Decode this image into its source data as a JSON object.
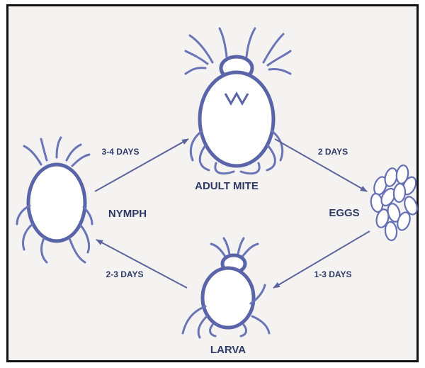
{
  "stages": {
    "adult": "ADULT MITE",
    "eggs": "EGGS",
    "larva": "LARVA",
    "nymph": "NYMPH"
  },
  "durations": {
    "nymph_to_adult": "3-4 DAYS",
    "adult_to_eggs": "2 DAYS",
    "eggs_to_larva": "1-3 DAYS",
    "larva_to_nymph": "2-3 DAYS"
  },
  "colors": {
    "ink": "#5a64a8",
    "label": "#2f3a66",
    "arrow": "#5b649c",
    "background": "#f4f3f1",
    "border": "#111111"
  }
}
